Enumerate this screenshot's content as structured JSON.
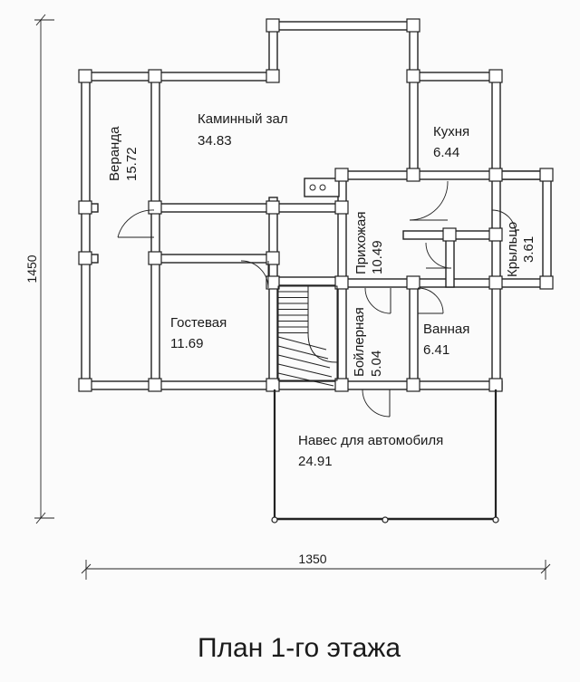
{
  "title": "План 1-го этажа",
  "dimensions": {
    "height": "1450",
    "width": "1350"
  },
  "rooms": {
    "veranda": {
      "name": "Веранда",
      "area": "15.72"
    },
    "fireplace_hall": {
      "name": "Каминный зал",
      "area": "34.83"
    },
    "kitchen": {
      "name": "Кухня",
      "area": "6.44"
    },
    "hallway": {
      "name": "Прихожая",
      "area": "10.49"
    },
    "porch": {
      "name": "Крыльцо",
      "area": "3.61"
    },
    "guest": {
      "name": "Гостевая",
      "area": "11.69"
    },
    "boiler": {
      "name": "Бойлерная",
      "area": "5.04"
    },
    "bathroom": {
      "name": "Ванная",
      "area": "6.41"
    },
    "carport": {
      "name": "Навес для автомобиля",
      "area": "24.91"
    }
  }
}
